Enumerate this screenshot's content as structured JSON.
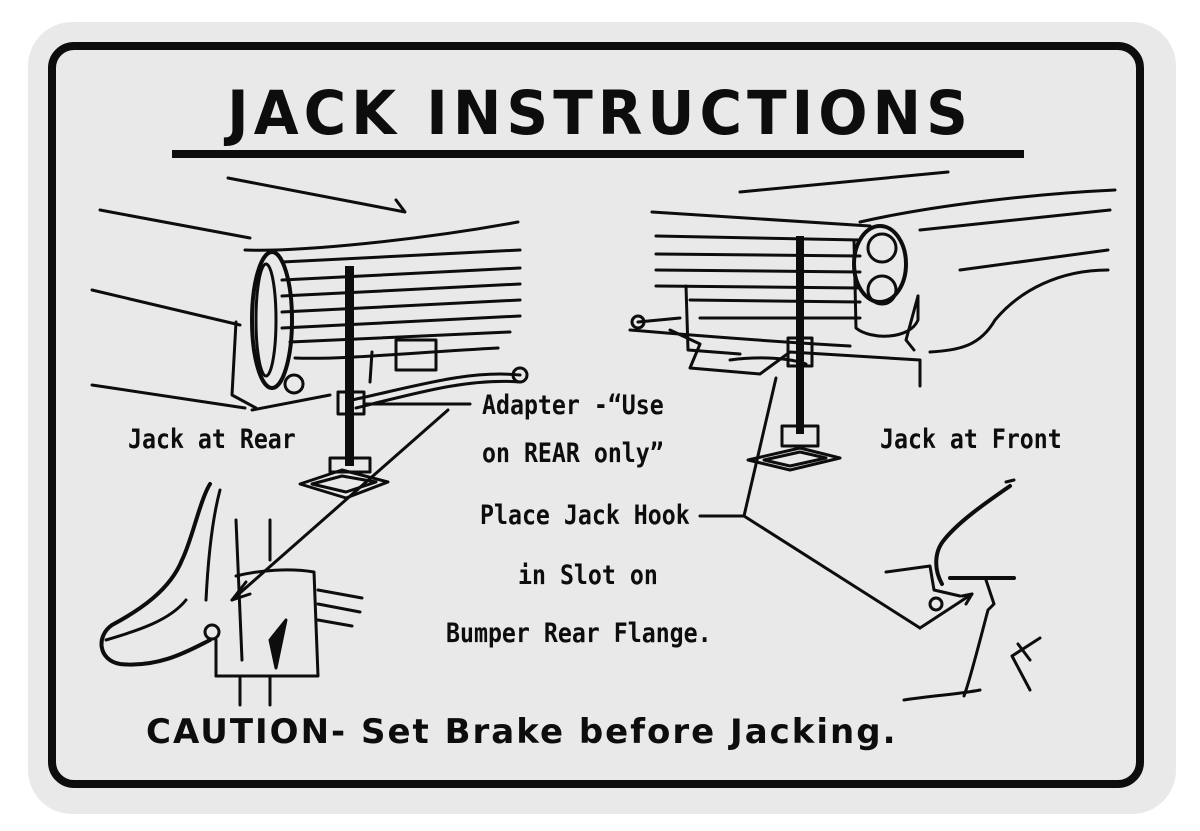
{
  "title": "JACK INSTRUCTIONS",
  "labels": {
    "jack_rear": "Jack at Rear",
    "jack_front": "Jack at Front",
    "adapter_line1": "Adapter -“Use",
    "adapter_line2": "on REAR only”",
    "hook_line1": "Place Jack Hook",
    "hook_line2": "in Slot on",
    "hook_line3": "Bumper Rear Flange."
  },
  "caution": "CAUTION- Set Brake before Jacking.",
  "colors": {
    "ink": "#0d0d0d",
    "background": "#e9e9e9"
  }
}
